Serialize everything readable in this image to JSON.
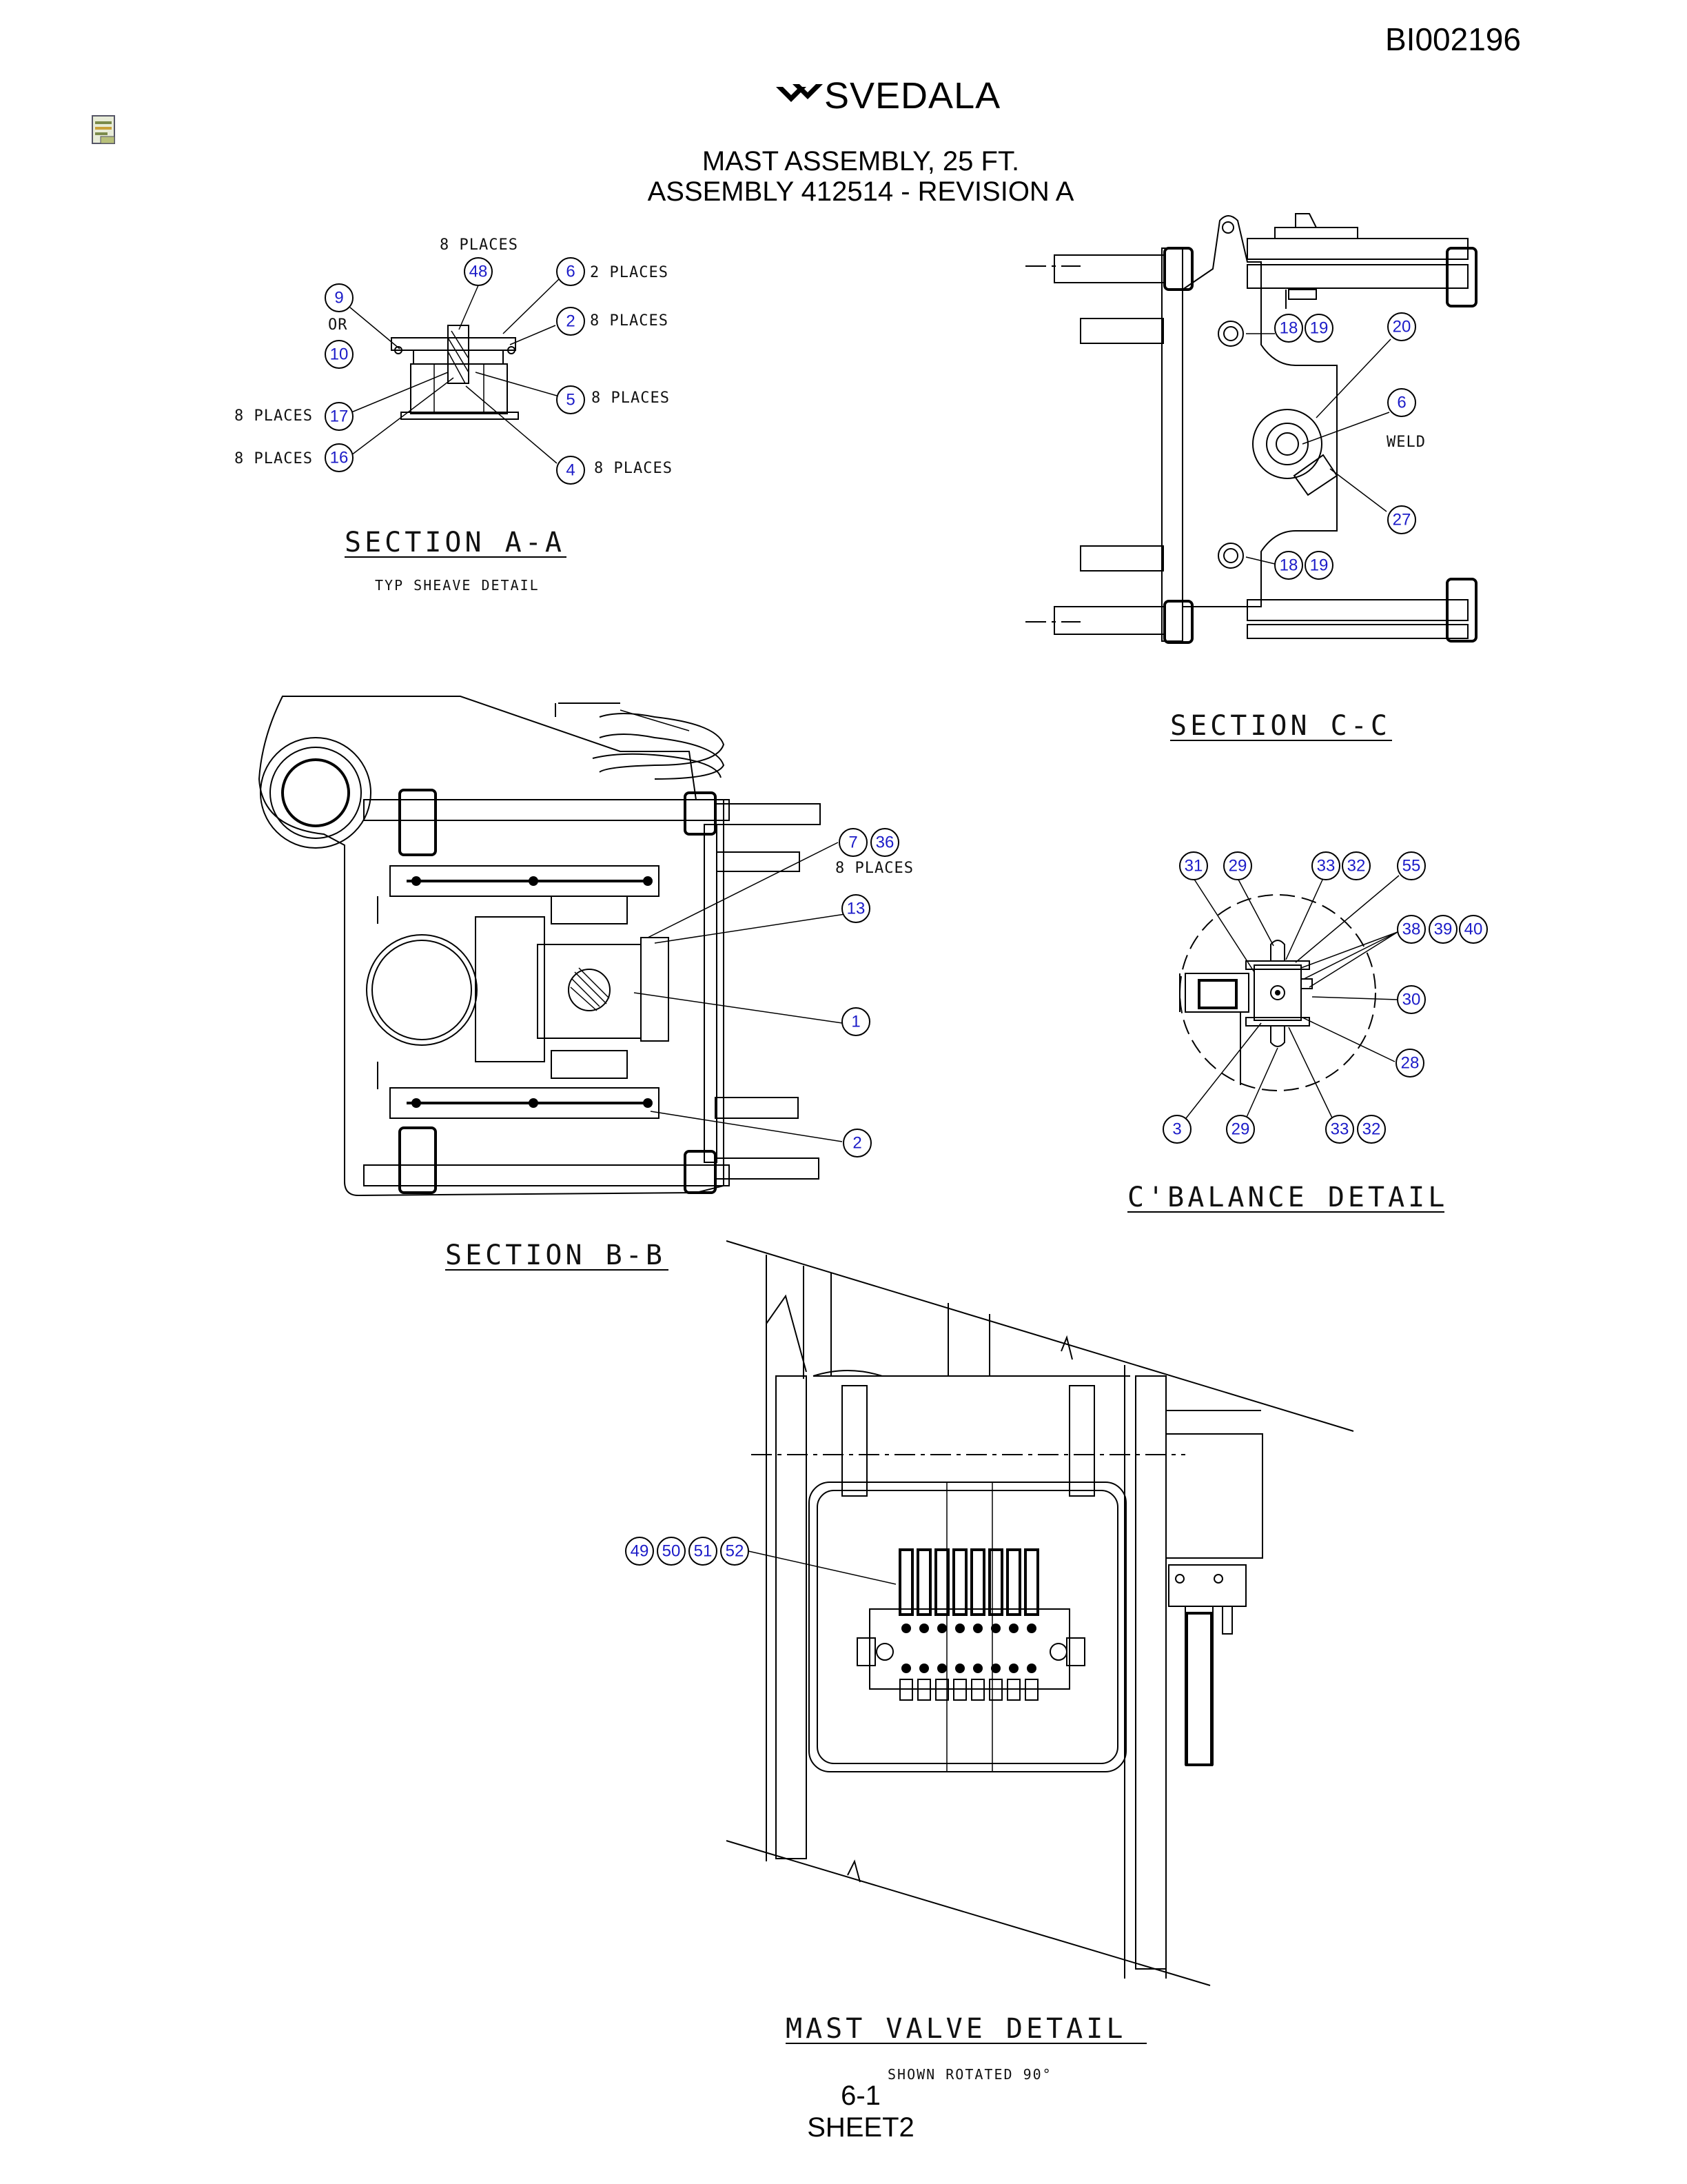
{
  "header": {
    "document_id": "BI002196",
    "brand": "SVEDALA",
    "title_line1": "MAST ASSEMBLY, 25 FT.",
    "title_line2": "ASSEMBLY 412514 - REVISION A"
  },
  "footer": {
    "page_number": "6-1",
    "sheet": "SHEET2"
  },
  "section_aa": {
    "title": "SECTION A-A",
    "subtitle": "TYP SHEAVE DETAIL",
    "notes": {
      "top": "8 PLACES",
      "n6": "2 PLACES",
      "n2": "8 PLACES",
      "n5": "8 PLACES",
      "n4": "8 PLACES",
      "n17": "8 PLACES",
      "n16": "8 PLACES",
      "or": "OR"
    },
    "callouts": [
      "48",
      "6",
      "9",
      "10",
      "2",
      "5",
      "4",
      "17",
      "16"
    ]
  },
  "section_cc": {
    "title": "SECTION C-C",
    "weld": "WELD",
    "callouts": [
      "18",
      "19",
      "20",
      "6",
      "27",
      "18",
      "19"
    ]
  },
  "section_bb": {
    "title": "SECTION B-B",
    "note": "8 PLACES",
    "callouts": [
      "7",
      "36",
      "13",
      "1",
      "2"
    ]
  },
  "cbalance": {
    "title": "C'BALANCE DETAIL",
    "callouts": [
      "31",
      "29",
      "33",
      "32",
      "55",
      "38",
      "39",
      "40",
      "30",
      "28",
      "3",
      "29",
      "33",
      "32"
    ]
  },
  "mast_valve": {
    "title": "MAST VALVE DETAIL",
    "subtitle": "SHOWN ROTATED 90°",
    "callouts": [
      "49",
      "50",
      "51",
      "52"
    ]
  }
}
